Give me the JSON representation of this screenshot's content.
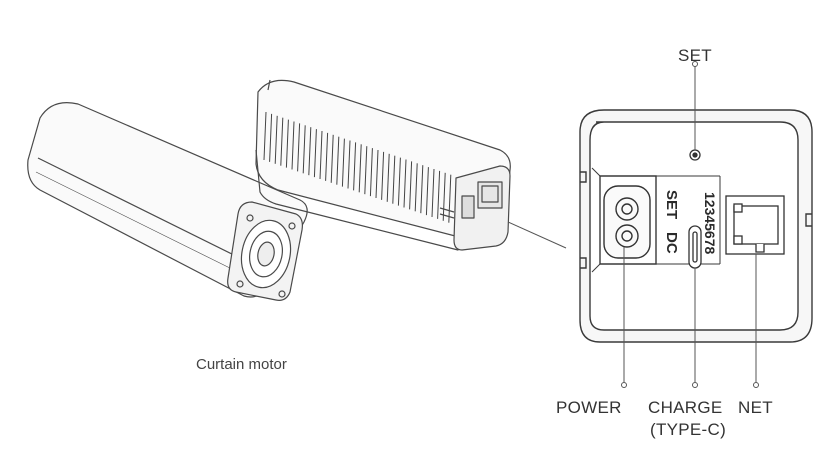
{
  "caption": "Curtain motor",
  "panel": {
    "set_text": "SET",
    "dc_text": "DC",
    "serial_text": "12345678"
  },
  "labels": {
    "set": "SET",
    "power": "POWER",
    "charge": "CHARGE",
    "charge_sub": "(TYPE-C)",
    "net": "NET"
  }
}
